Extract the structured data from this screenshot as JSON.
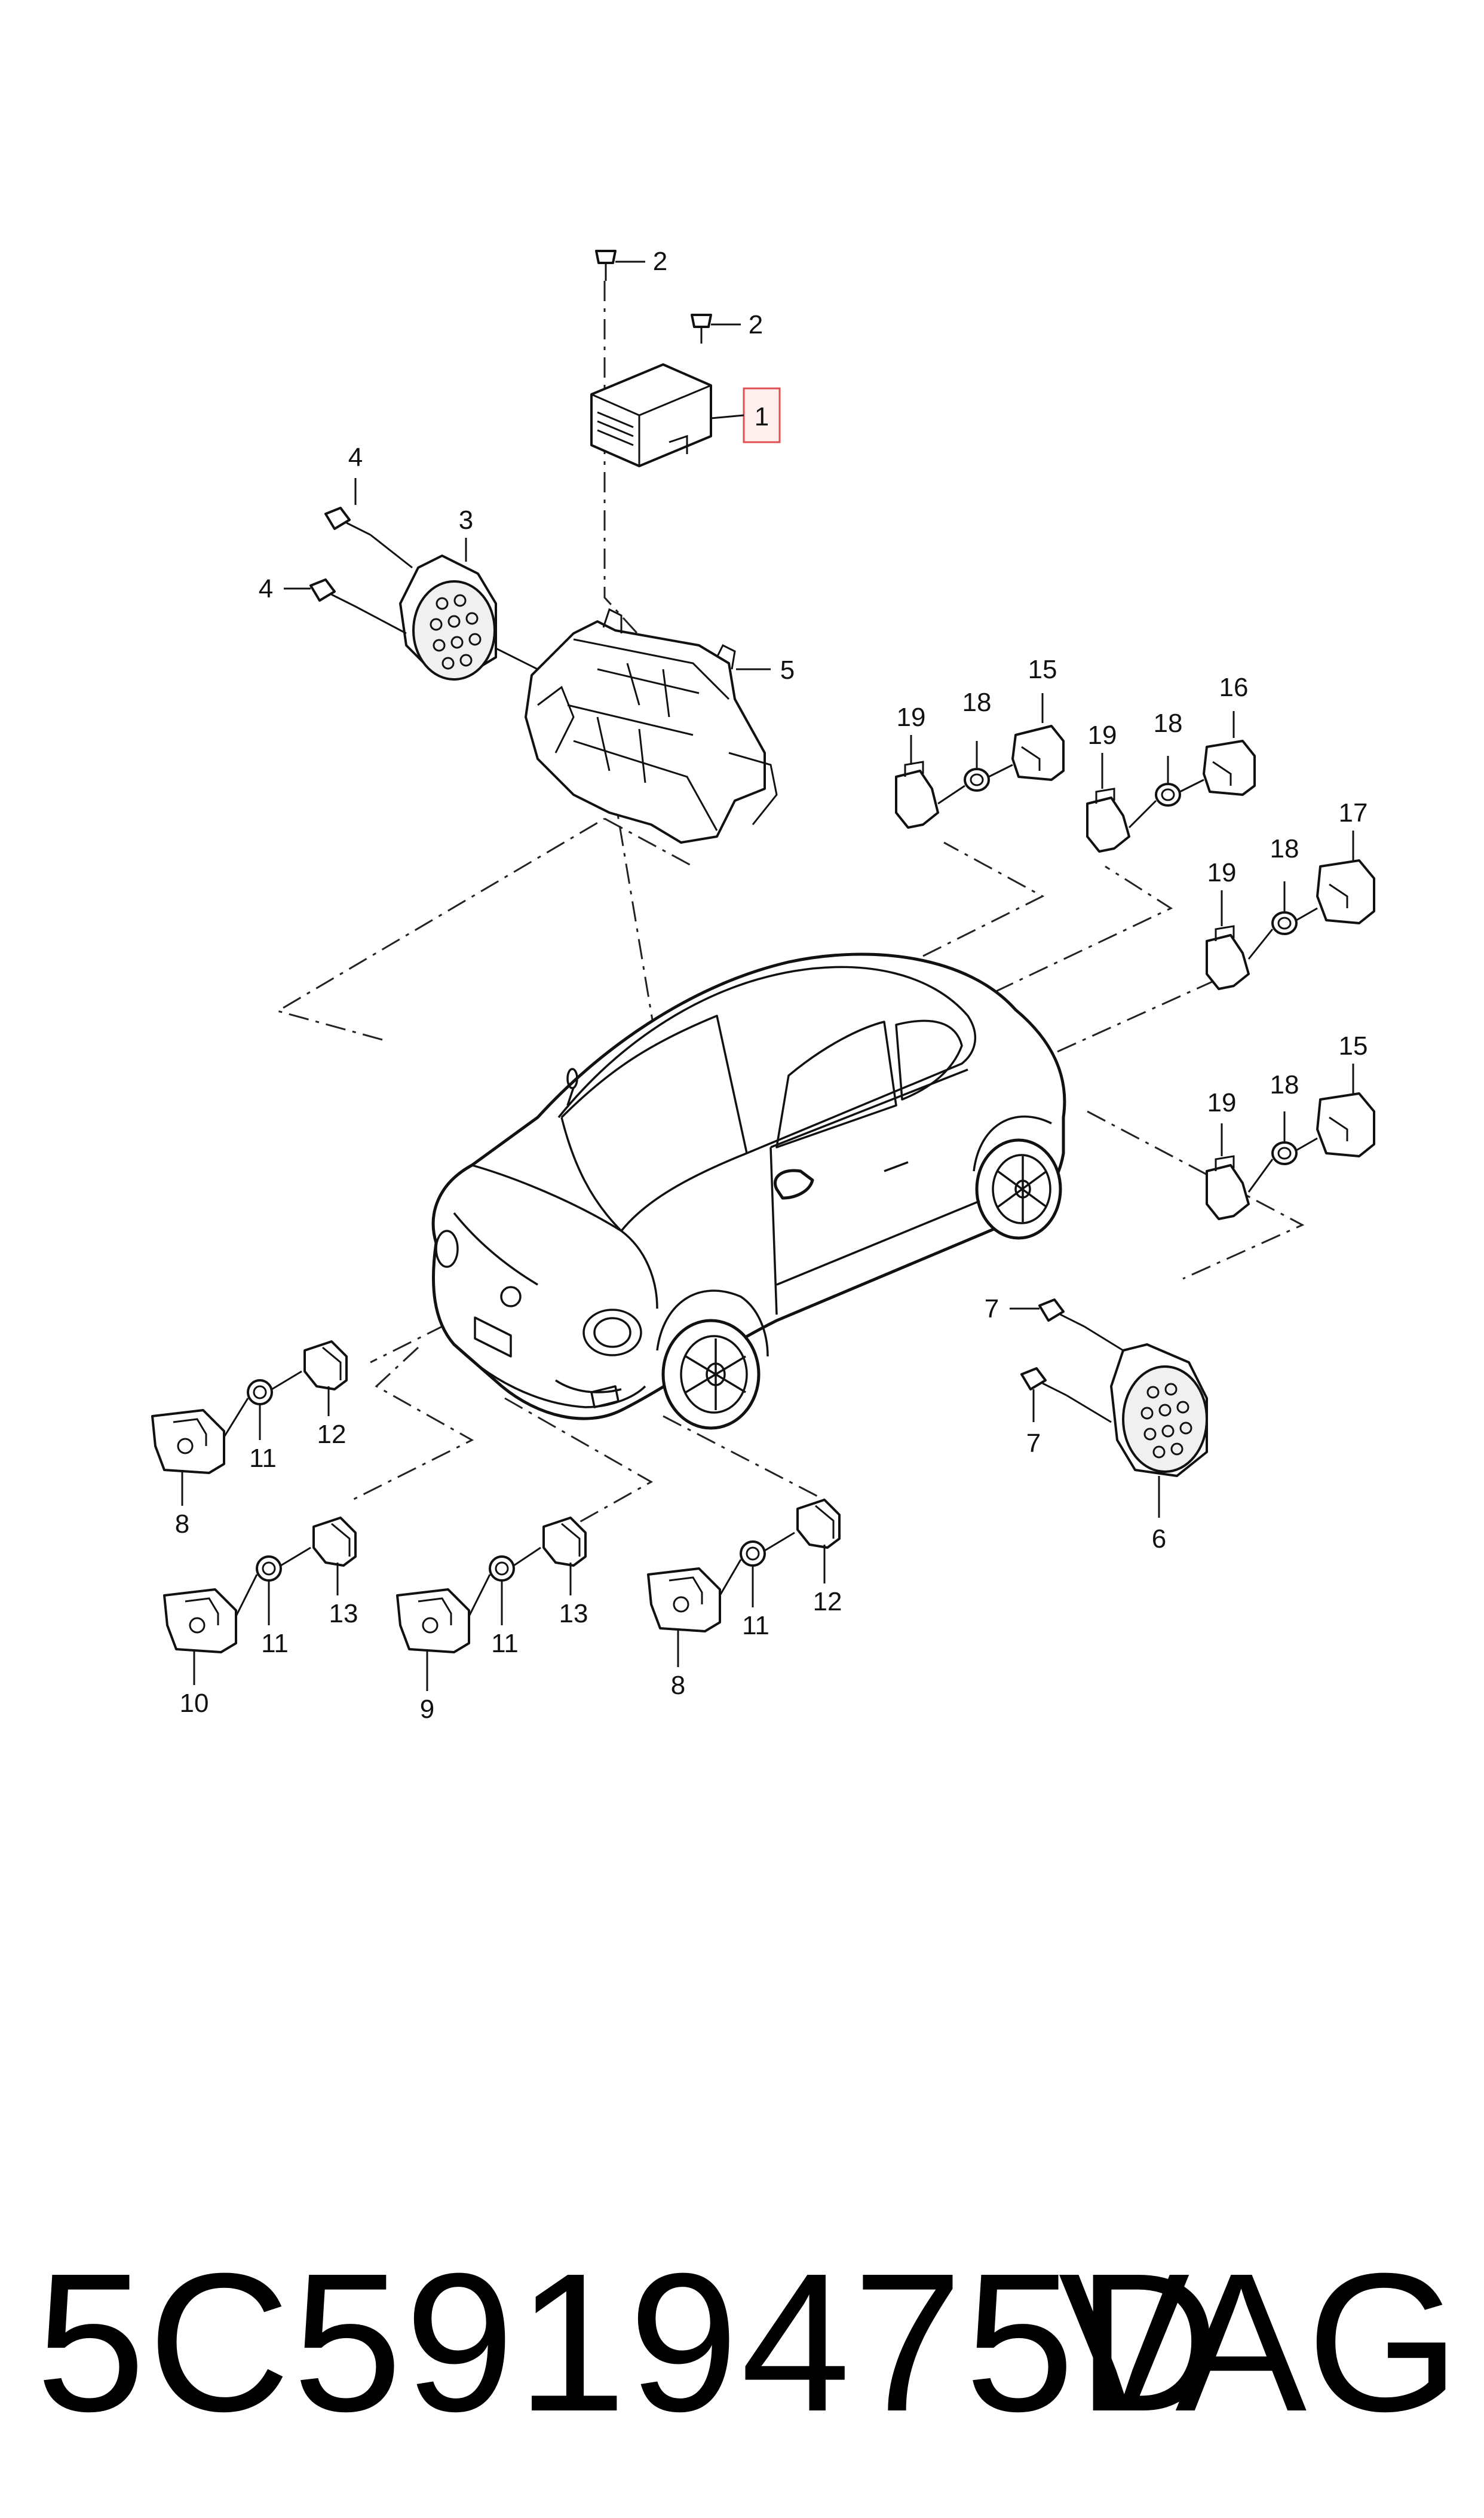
{
  "diagram": {
    "callouts": {
      "n1": "1",
      "n2a": "2",
      "n2b": "2",
      "n3": "3",
      "n4a": "4",
      "n4b": "4",
      "n5": "5",
      "n6": "6",
      "n7a": "7",
      "n7b": "7",
      "n8a": "8",
      "n8b": "8",
      "n9": "9",
      "n10": "10",
      "n11a": "11",
      "n11b": "11",
      "n11c": "11",
      "n11d": "11",
      "n12a": "12",
      "n12b": "12",
      "n13a": "13",
      "n13b": "13",
      "n15a": "15",
      "n15b": "15",
      "n16": "16",
      "n17": "17",
      "n18a": "18",
      "n18b": "18",
      "n18c": "18",
      "n18d": "18",
      "n19a": "19",
      "n19b": "19",
      "n19c": "19",
      "n19d": "19"
    },
    "highlight_color": "#e05050"
  },
  "footer": {
    "part_number": "5C5919475D",
    "brand": "VAG"
  }
}
